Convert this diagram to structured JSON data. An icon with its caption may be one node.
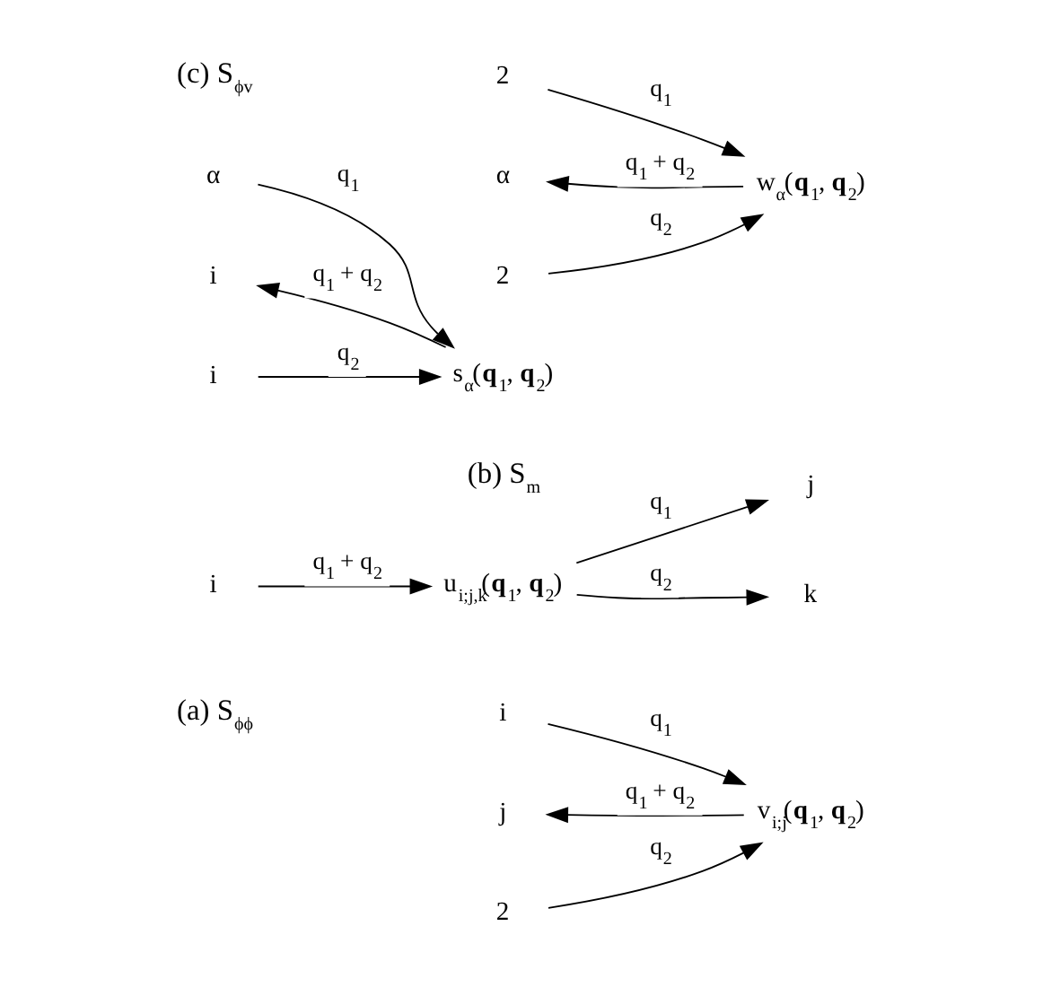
{
  "diagram": {
    "nodes": [
      {
        "text": [
          "i"
        ]
      },
      {
        "text": [
          "v$_{i;j}$(**q**$_{1}$, **q**$_{2}$)"
        ]
      },
      {
        "text": [
          "j"
        ]
      },
      {
        "text": [
          "2"
        ]
      },
      {
        "text": [
          "j"
        ]
      },
      {
        "text": [
          "i"
        ]
      },
      {
        "text": [
          "u$_{i;j,k}$(**q**$_{1}$, **q**$_{2}$)"
        ]
      },
      {
        "text": [
          "k"
        ]
      },
      {
        "text": [
          "2"
        ]
      },
      {
        "text": [
          "α"
        ]
      },
      {
        "text": [
          "w$_{α}$(**q**$_{1}$, **q**$_{2}$)"
        ]
      },
      {
        "text": [
          "2"
        ]
      },
      {
        "text": [
          "α"
        ]
      },
      {
        "text": [
          "i"
        ]
      },
      {
        "text": [
          "s$_{α}$(**q**$_{1}$, **q**$_{2}$)"
        ]
      },
      {
        "text": [
          "i"
        ]
      }
    ],
    "edges": [
      {
        "from": 0,
        "to": 1,
        "arrow": "to",
        "label": "q$_{1}$"
      },
      {
        "from": 3,
        "to": 1,
        "arrow": "to",
        "label": "q$_{2}$"
      },
      {
        "from": 1,
        "to": 2,
        "arrow": "to",
        "label": "q$_{1}$ + q$_{2}$"
      },
      {
        "from": 5,
        "to": 6,
        "arrow": "to",
        "label": "q$_{1}$ + q$_{2}$"
      },
      {
        "from": 6,
        "to": 4,
        "arrow": "to",
        "label": "q$_{1}$"
      },
      {
        "from": 6,
        "to": 7,
        "arrow": "to",
        "label": "q$_{2}$"
      },
      {
        "from": 8,
        "to": 10,
        "arrow": "to",
        "label": "q$_{1}$"
      },
      {
        "from": 11,
        "to": 10,
        "arrow": "to",
        "label": "q$_{2}$"
      },
      {
        "from": 10,
        "to": 9,
        "arrow": "to",
        "label": "q$_{1}$ + q$_{2}$"
      },
      {
        "from": 12,
        "to": 14,
        "arrow": "to",
        "label": "q$_{1}$"
      },
      {
        "from": 15,
        "to": 14,
        "arrow": "to",
        "label": "q$_{2}$"
      },
      {
        "from": 14,
        "to": 13,
        "arrow": "to",
        "label": "q$_{1}$ + q$_{2}$"
      }
    ],
    "labels": [
      "(a) S$_{ϕϕ}$",
      "(b) S$_{m}$",
      "(c) S$_{ϕv}$"
    ]
  }
}
